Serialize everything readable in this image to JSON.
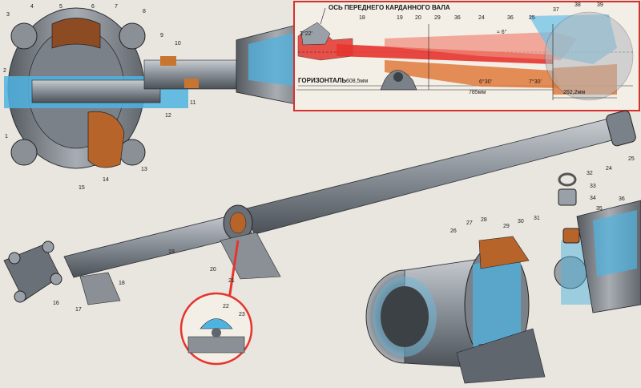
{
  "inset": {
    "title": "ОСЬ ПЕРЕДНЕГО КАРДАННОГО ВАЛА",
    "horizon": "ГОРИЗОНТАЛЬ",
    "dims": {
      "d1": "608,5мм",
      "d2": "785мм",
      "d3": "262,2мм"
    },
    "angles": {
      "a1": "3°22'",
      "a2": "≈ 6°",
      "a3": "6°30'",
      "a4": "7°30'"
    },
    "numbers": [
      "18",
      "19",
      "20",
      "29",
      "36",
      "24",
      "36",
      "25",
      "37",
      "38",
      "39"
    ]
  },
  "callouts": {
    "c1": "1",
    "c2": "2",
    "c3": "3",
    "c4": "4",
    "c5": "5",
    "c6": "6",
    "c7": "7",
    "c8": "8",
    "c9": "9",
    "c10": "10",
    "c11": "11",
    "c12": "12",
    "c13": "13",
    "c14": "14",
    "c15": "15",
    "c16": "16",
    "c17": "17",
    "c18": "18",
    "c19": "19",
    "c20": "20",
    "c21": "21",
    "c22": "22",
    "c23": "23",
    "c24": "24",
    "c25": "25",
    "c26": "26",
    "c27": "27",
    "c28": "28",
    "c29": "29",
    "c30": "30",
    "c31": "31",
    "c32": "32",
    "c33": "33",
    "c34": "34",
    "c35": "35",
    "c36": "36"
  },
  "colors": {
    "background": "#e9e6df",
    "steel": "#9aa0a7",
    "steel_dark": "#5f666e",
    "cutaway_blue": "#4fb3e0",
    "rubber_brown": "#b7642b",
    "inset_red": "#e6342e",
    "inset_pink": "#f08a7a",
    "inset_orange": "#e07a3c"
  }
}
